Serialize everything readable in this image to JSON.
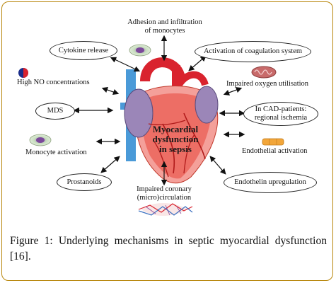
{
  "diagram": {
    "center": [
      "Myocardial",
      "dysfunction",
      "in sepsis"
    ],
    "labels": {
      "adhesion": [
        "Adhesion and infiltration",
        "of monocytes"
      ],
      "cytokine": "Cytokine release",
      "coagulation": "Activation of coagulation system",
      "high_no": "High NO concentrations",
      "oxygen": "Impaired oxygen utilisation",
      "mds": "MDS",
      "cad": [
        "In CAD-patients:",
        "regional ischemia"
      ],
      "monocyte": "Monocyte activation",
      "endothelial": "Endothelial activation",
      "prostanoids": "Prostanoids",
      "coronary": [
        "Impaired coronary",
        "(micro)circulation"
      ],
      "endothelin": "Endothelin upregulation"
    }
  },
  "caption": "Figure 1: Underlying mechanisms in septic myocardial dysfunction [16].",
  "colors": {
    "frame": "#b8860b",
    "heart_muscle": "#e8453a",
    "heart_light": "#f4a09a",
    "atria": "#9b86b8",
    "vein": "#4a9ad8",
    "artery": "#d9232e"
  }
}
